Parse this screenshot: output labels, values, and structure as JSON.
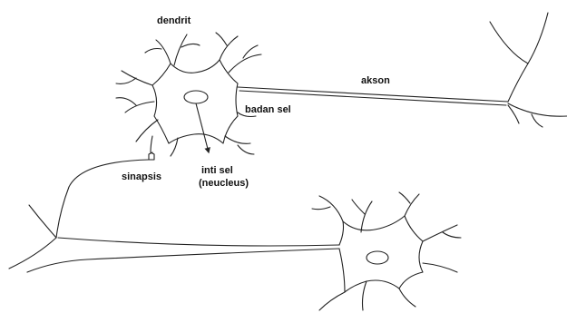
{
  "labels": {
    "dendrit": "dendrit",
    "akson": "akson",
    "badan_sel": "badan sel",
    "sinapsis": "sinapsis",
    "inti_sel_line1": "inti sel",
    "inti_sel_line2": "(neucleus)"
  },
  "colors": {
    "line": "#222222",
    "text": "#111111",
    "background": "#ffffff"
  }
}
